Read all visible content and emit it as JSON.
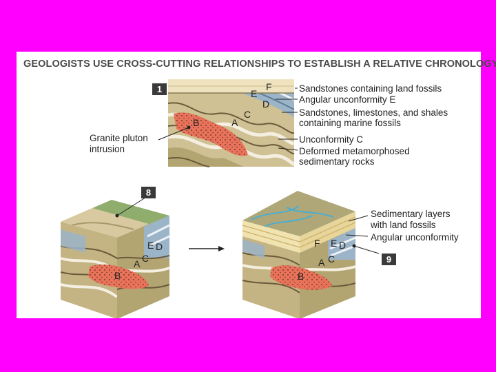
{
  "title": "GEOLOGISTS USE CROSS-CUTTING RELATIONSHIPS TO ESTABLISH A RELATIVE CHRONOLOGY",
  "badges": {
    "step1": "1",
    "step8": "8",
    "step9": "9"
  },
  "labels_top": {
    "sandstones_land": "Sandstones containing land fossils",
    "angular_e": "Angular unconformity E",
    "marine_1": "Sandstones, limestones, and shales",
    "marine_2": "containing marine fossils",
    "unconformity_c": "Unconformity C",
    "deformed_1": "Deformed metamorphosed",
    "deformed_2": "sedimentary rocks",
    "granite_1": "Granite pluton",
    "granite_2": "intrusion"
  },
  "labels_bottom": {
    "sed_1": "Sedimentary layers",
    "sed_2": "with land fossils",
    "angular": "Angular unconformity"
  },
  "letters": {
    "A": "A",
    "B": "B",
    "C": "C",
    "D": "D",
    "E": "E",
    "F": "F"
  },
  "colors": {
    "background": "#ff00ff",
    "panel": "#ffffff",
    "granite": "#e8735a",
    "layer_tan": "#c8b88a",
    "layer_blue": "#9bb4c8",
    "layer_olive": "#a89a64",
    "grass": "#8fae6e"
  }
}
